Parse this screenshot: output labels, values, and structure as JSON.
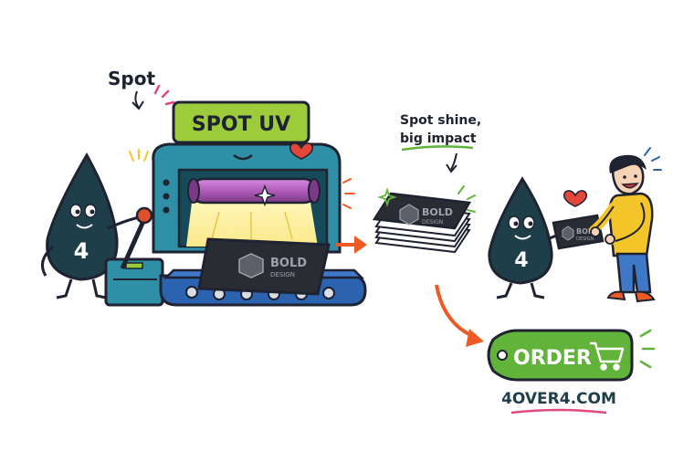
{
  "annotations": {
    "spot": "Spot",
    "machine_label": "SPOT UV",
    "caption_line1": "Spot shine,",
    "caption_line2": "big impact"
  },
  "mascot": {
    "left_number": "4",
    "right_number": "4"
  },
  "card": {
    "brand_top": "BOLD",
    "brand_bottom": "DESIGN"
  },
  "order": {
    "label": "ORDER",
    "website": "4OVER4.COM"
  },
  "colors": {
    "outline": "#1f2230",
    "machine_teal": "#2f8fa6",
    "label_green": "#9ccc3c",
    "order_green": "#62b33a",
    "roller_purple": "#b05bb8",
    "glow_yellow": "#fbe98a",
    "conveyor_blue": "#2c63b0",
    "mascot_dark": "#1e3f4a",
    "accent_orange": "#ef5a24",
    "heart_red": "#e2473a",
    "shirt_yellow": "#f3c52a",
    "underline_pink": "#e0487a"
  }
}
